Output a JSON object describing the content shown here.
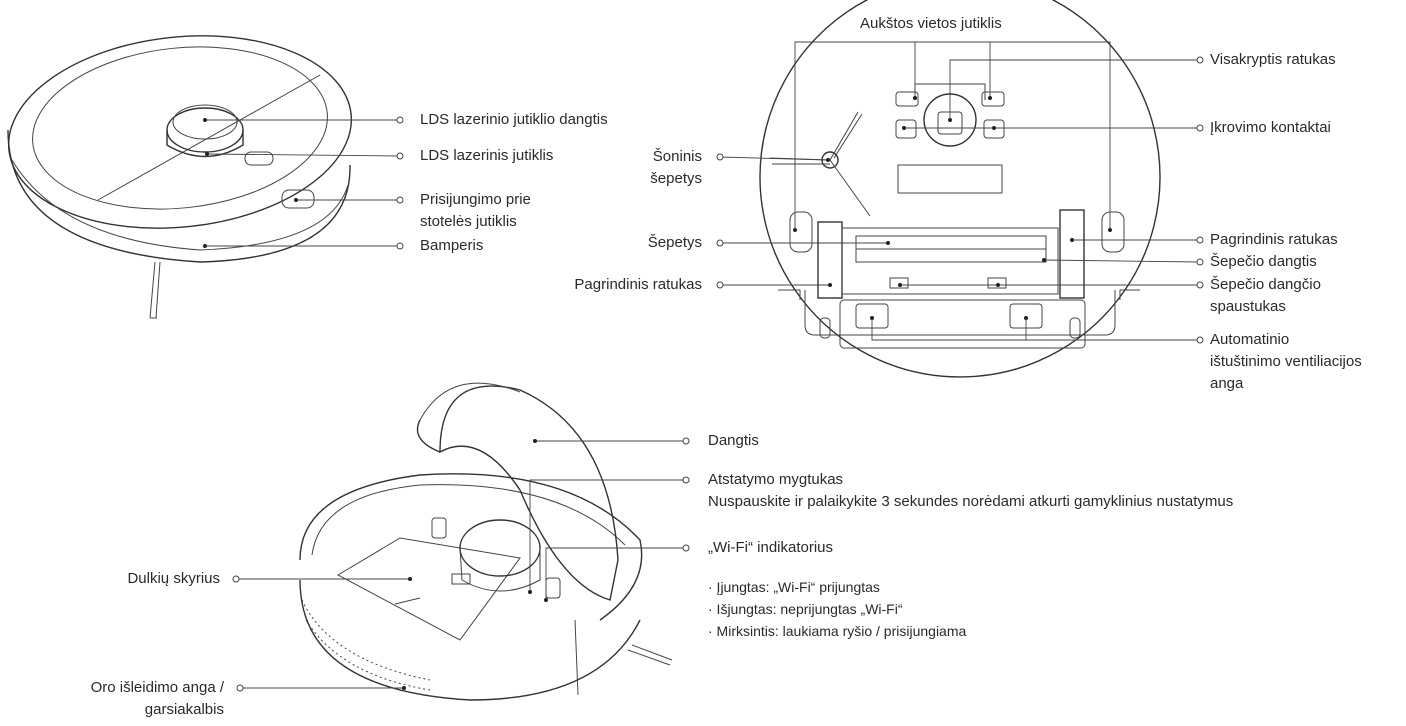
{
  "robot_top": {
    "lds_cover": "LDS lazerinio jutiklio dangtis",
    "lds_sensor": "LDS lazerinis jutiklis",
    "dock_sensor_line1": "Prisijungimo prie",
    "dock_sensor_line2": "stotelės jutiklis",
    "bumper": "Bamperis"
  },
  "robot_bottom": {
    "cliff_sensor": "Aukštos vietos jutiklis",
    "omni_wheel": "Visakryptis ratukas",
    "charging_contacts": "Įkrovimo kontaktai",
    "side_brush_line1": "Šoninis",
    "side_brush_line2": "šepetys",
    "main_brush": "Šepetys",
    "main_wheel_left": "Pagrindinis ratukas",
    "main_wheel_right": "Pagrindinis ratukas",
    "brush_cover": "Šepečio dangtis",
    "brush_cover_latch_line1": "Šepečio dangčio",
    "brush_cover_latch_line2": "spaustukas",
    "auto_empty_vent_line1": "Automatinio",
    "auto_empty_vent_line2": "ištuštinimo ventiliacijos",
    "auto_empty_vent_line3": "anga"
  },
  "robot_open": {
    "lid": "Dangtis",
    "reset_button": "Atstatymo mygtukas",
    "reset_desc": "Nuspauskite ir palaikykite 3 sekundes norėdami atkurti gamyklinius nustatymus",
    "wifi_indicator": "„Wi-Fi“ indikatorius",
    "wifi_on": "· Įjungtas: „Wi-Fi“ prijungtas",
    "wifi_off": "· Išjungtas: neprijungtas „Wi-Fi“",
    "wifi_blink": "· Mirksintis: laukiama ryšio / prisijungiama",
    "dust_bin": "Dulkių skyrius",
    "air_outlet_line1": "Oro išleidimo anga /",
    "air_outlet_line2": "garsiakalbis"
  }
}
